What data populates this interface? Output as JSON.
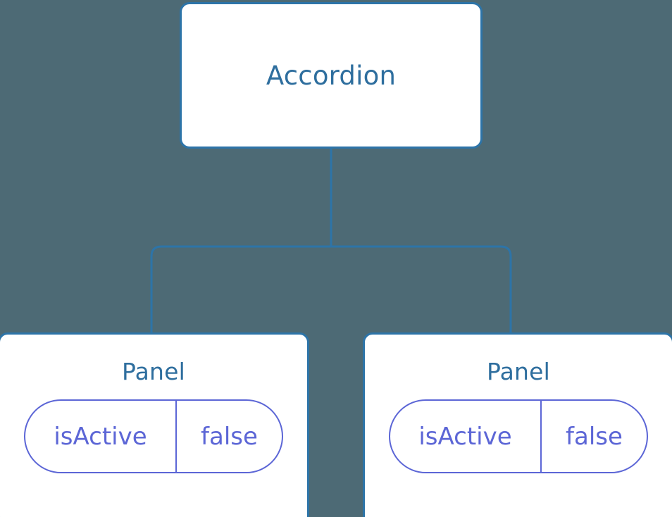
{
  "diagram": {
    "type": "component-tree",
    "background_color": "#4d6a75",
    "node_border_color": "#2d74a8",
    "node_title_color": "#2e6e9e",
    "pill_color": "#5c66d6",
    "connector_color": "#2d74a8"
  },
  "root": {
    "title": "Accordion"
  },
  "children": [
    {
      "title": "Panel",
      "state": {
        "key": "isActive",
        "value": "false"
      }
    },
    {
      "title": "Panel",
      "state": {
        "key": "isActive",
        "value": "false"
      }
    }
  ]
}
